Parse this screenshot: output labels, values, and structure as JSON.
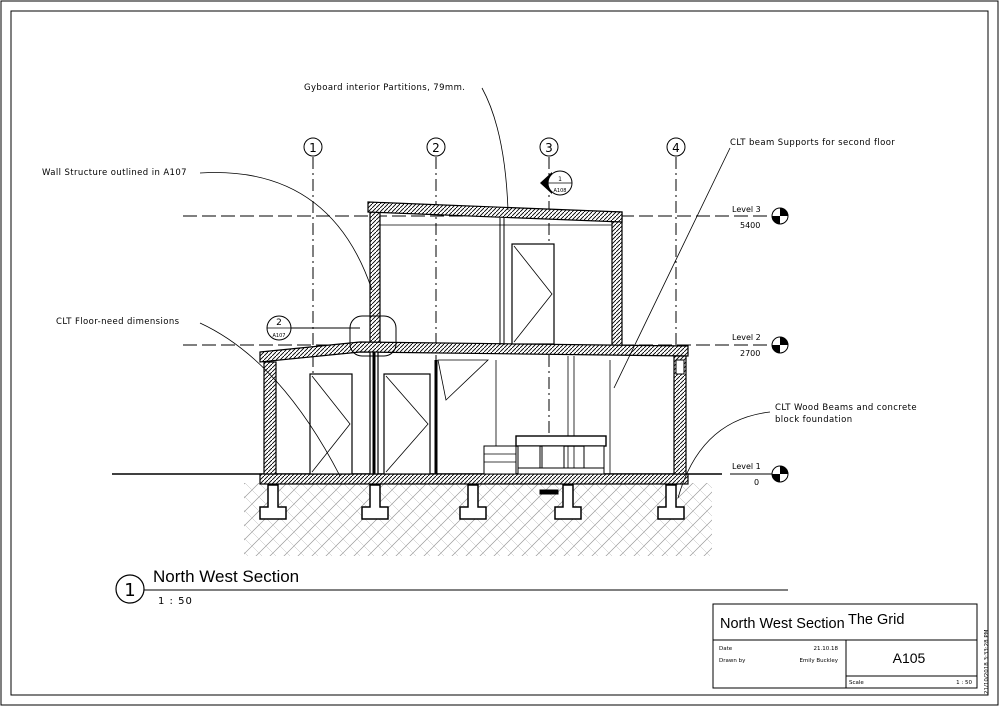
{
  "annotations": {
    "gyboard": "Gyboard interior Partitions, 79mm.",
    "wall_structure": "Wall Structure outlined in A107",
    "clt_floor": "CLT Floor-need dimensions",
    "clt_beam": "CLT beam Supports for second floor",
    "clt_wood_line1": "CLT Wood Beams and concrete",
    "clt_wood_line2": "block foundation"
  },
  "grid": [
    "1",
    "2",
    "3",
    "4"
  ],
  "levels": [
    {
      "name": "Level 3",
      "elevation": "5400"
    },
    {
      "name": "Level 2",
      "elevation": "2700"
    },
    {
      "name": "Level 1",
      "elevation": "0"
    }
  ],
  "section_markers": {
    "section_top": {
      "number": "1",
      "sheet": "A108"
    },
    "section_left": {
      "number": "2",
      "sheet": "A107"
    }
  },
  "view": {
    "number": "1",
    "title": "North West Section",
    "scale": "1 : 50"
  },
  "title_block": {
    "sheet_name": "North West Section",
    "project": "The Grid",
    "date_label": "Date",
    "date_value": "21.10.18",
    "drawn_label": "Drawn by",
    "drawn_value": "Emily Buckley",
    "sheet_number": "A105",
    "scale_label": "Scale",
    "scale_value": "1 : 50",
    "timestamp": "21/10/2018 3:33:28 PM"
  }
}
